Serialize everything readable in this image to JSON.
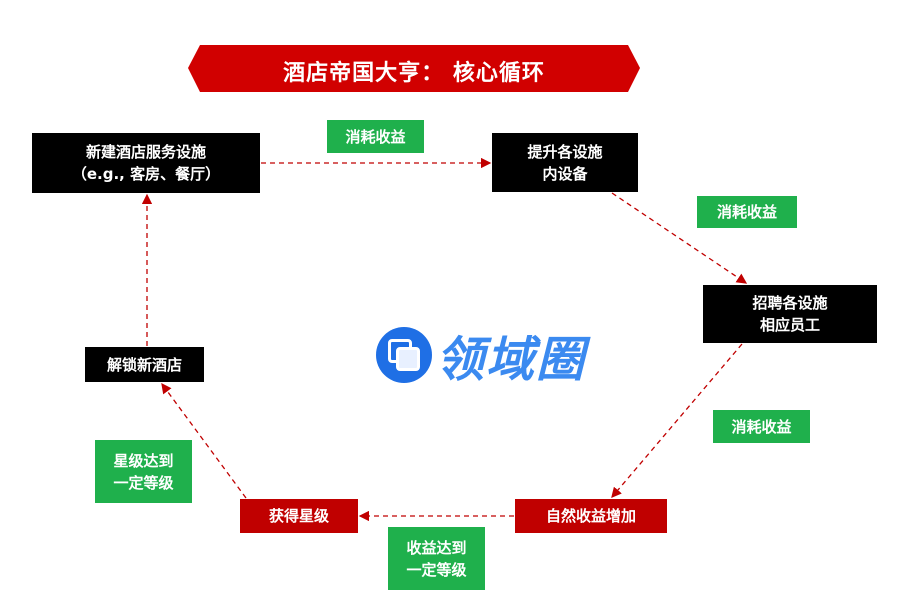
{
  "title": "酒店帝国大亨： 核心循环",
  "logo": {
    "text": "领域圈",
    "icon": "overlapping-squares-icon"
  },
  "nodes": {
    "build": [
      "新建酒店服务设施",
      "（e.g., 客房、餐厅）"
    ],
    "upgrade": [
      "提升各设施",
      "内设备"
    ],
    "hire": [
      "招聘各设施",
      "相应员工"
    ],
    "income": [
      "自然收益增加"
    ],
    "star": [
      "获得星级"
    ],
    "unlock": [
      "解锁新酒店"
    ]
  },
  "edges": {
    "e1": [
      "消耗收益"
    ],
    "e2": [
      "消耗收益"
    ],
    "e3": [
      "消耗收益"
    ],
    "e4": [
      "收益达到",
      "一定等级"
    ],
    "e5": [
      "星级达到",
      "一定等级"
    ]
  },
  "colors": {
    "red": "#c00000",
    "black": "#000000",
    "green": "#1fb04c",
    "arrow": "#c00000"
  }
}
